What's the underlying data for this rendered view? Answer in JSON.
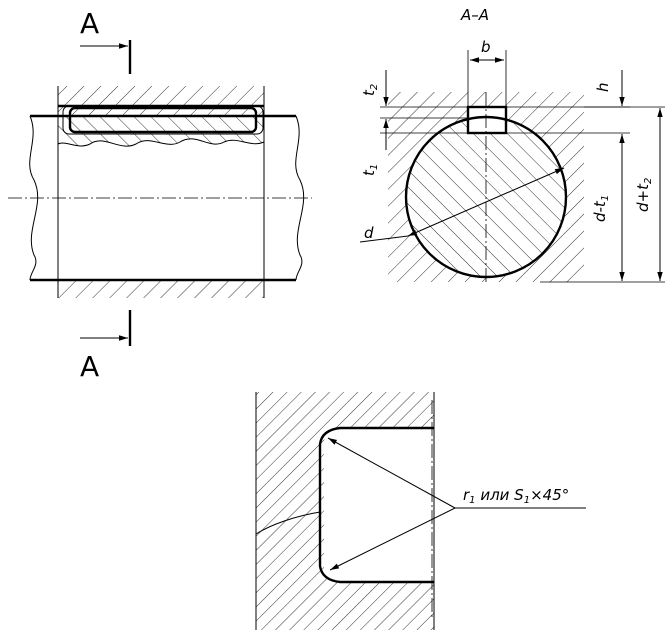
{
  "section": {
    "letter_top": "A",
    "letter_bottom": "A",
    "title": "A–A"
  },
  "dimensions": {
    "b": "b",
    "h": "h",
    "t2_base": "t",
    "t2_sub": "2",
    "t1_base": "t",
    "t1_sub": "1",
    "d": "d",
    "d_minus_t1_base": "d-t",
    "d_minus_t1_sub": "1",
    "d_plus_t2_base": "d+t",
    "d_plus_t2_sub": "2"
  },
  "callout": {
    "r_base": "r",
    "r_sub": "1",
    "mid": " или S",
    "s_sub": "1",
    "tail": "×45°"
  },
  "colors": {
    "line": "#000000",
    "background": "#ffffff"
  }
}
